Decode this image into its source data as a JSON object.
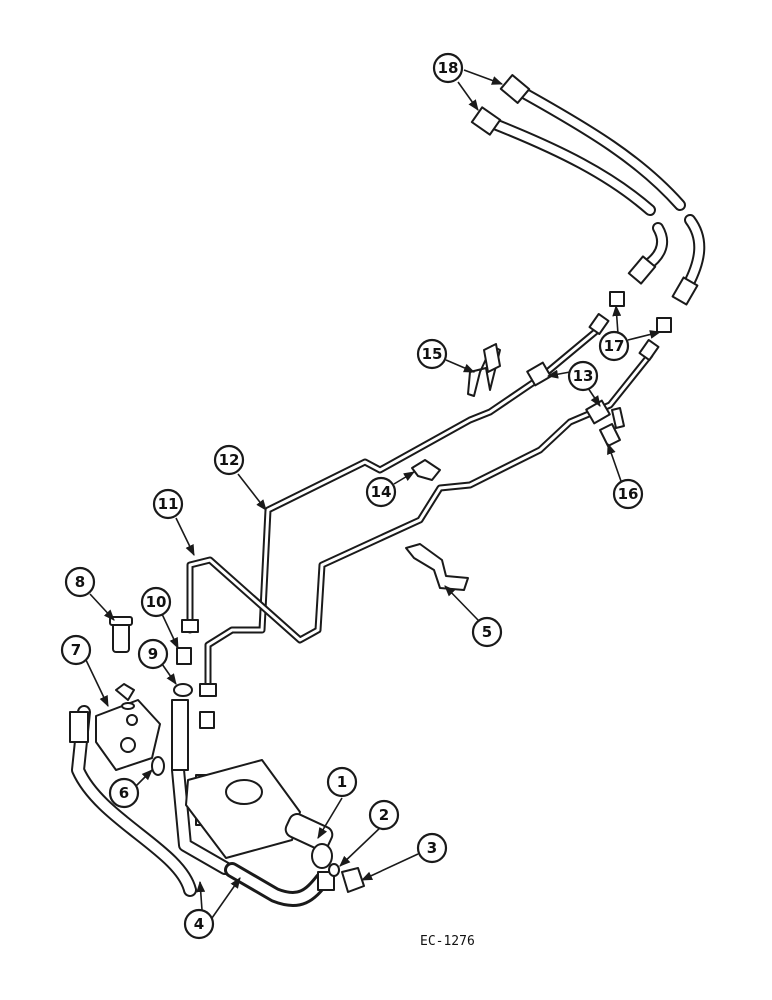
{
  "diagram": {
    "reference_code": "EC-1276",
    "callouts": [
      "1",
      "2",
      "3",
      "4",
      "5",
      "6",
      "7",
      "8",
      "9",
      "10",
      "11",
      "12",
      "13",
      "14",
      "15",
      "16",
      "17",
      "18"
    ]
  }
}
